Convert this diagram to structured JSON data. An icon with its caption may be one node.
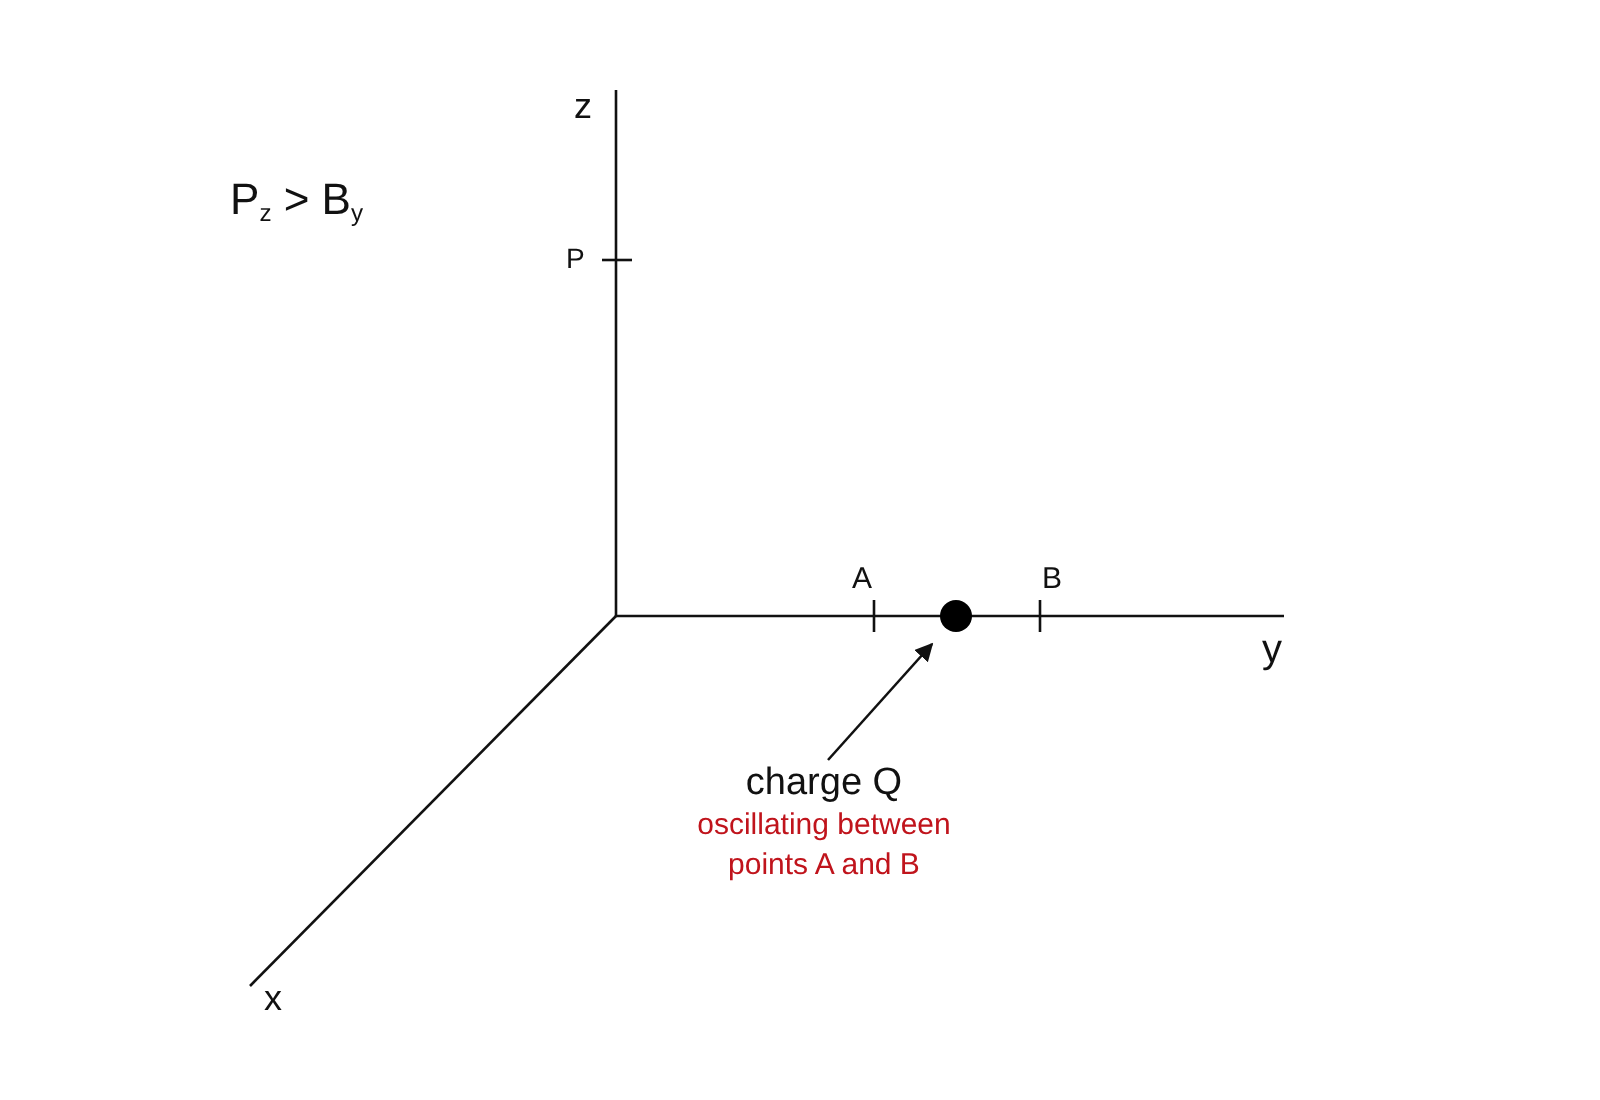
{
  "diagram": {
    "nodes": [
      {
        "text": [
          "charge Q",
          "oscillating between points A and B"
        ]
      },
      {
        "text": [],
        "shape": "circle"
      }
    ],
    "edges": [
      {
        "from": 0,
        "to": 1,
        "arrow": "to"
      }
    ],
    "labels": [
      "z",
      "P$_{z}$ > B$_{y}$",
      "P",
      "A",
      "B",
      "y",
      "x"
    ]
  }
}
